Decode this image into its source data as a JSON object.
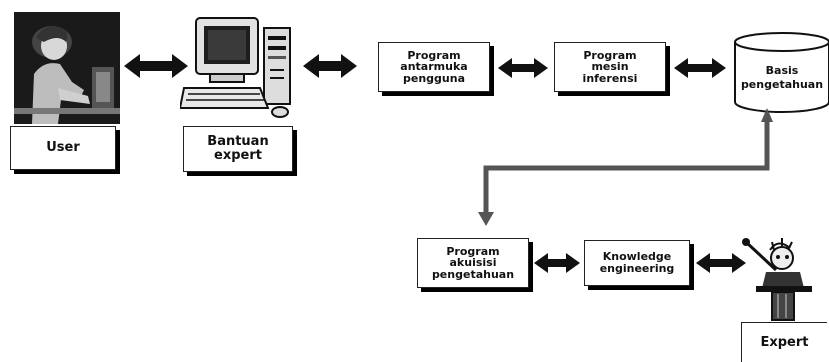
{
  "diagram": {
    "actors": {
      "user": {
        "label": "User",
        "icon": "user-at-computer-icon"
      },
      "computer": {
        "icon": "desktop-computer-icon"
      },
      "expert": {
        "label": "Expert",
        "icon": "expert-at-podium-icon"
      }
    },
    "nodes": {
      "bantuan_expert": {
        "lines": [
          "Bantuan",
          "expert"
        ]
      },
      "program_antarmuka": {
        "lines": [
          "Program",
          "antarmuka",
          "pengguna"
        ]
      },
      "program_mesin": {
        "lines": [
          "Program",
          "mesin",
          "inferensi"
        ]
      },
      "basis_pengetahuan": {
        "lines": [
          "Basis",
          "pengetahuan"
        ],
        "shape": "cylinder"
      },
      "program_akuisisi": {
        "lines": [
          "Program",
          "akuisisi",
          "pengetahuan"
        ]
      },
      "knowledge_engineering": {
        "lines": [
          "Knowledge",
          "engineering"
        ]
      }
    },
    "connections": [
      {
        "from": "user",
        "to": "computer",
        "style": "double-arrow"
      },
      {
        "from": "computer",
        "to": "program_antarmuka",
        "style": "double-arrow"
      },
      {
        "from": "program_antarmuka",
        "to": "program_mesin",
        "style": "double-arrow"
      },
      {
        "from": "program_mesin",
        "to": "basis_pengetahuan",
        "style": "double-arrow"
      },
      {
        "from": "basis_pengetahuan",
        "to": "program_akuisisi",
        "style": "double-arrow"
      },
      {
        "from": "program_akuisisi",
        "to": "knowledge_engineering",
        "style": "double-arrow"
      },
      {
        "from": "knowledge_engineering",
        "to": "expert",
        "style": "double-arrow"
      }
    ],
    "colors": {
      "line": "#111111",
      "box_bg": "#ffffff",
      "shadow": "#000000",
      "connector": "#555555"
    }
  }
}
